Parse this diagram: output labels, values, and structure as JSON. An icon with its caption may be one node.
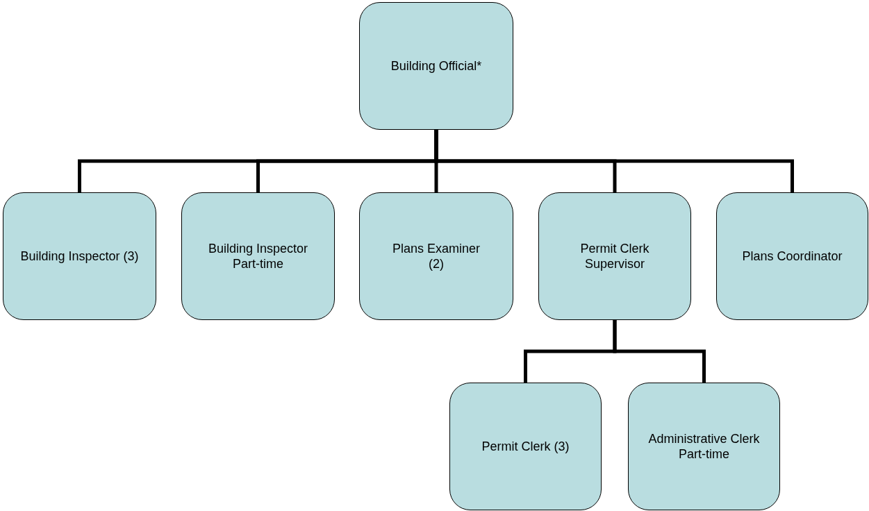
{
  "diagram": {
    "nodes": [
      {
        "text": [
          "Building Official*"
        ]
      },
      {
        "text": [
          "Building Inspector (3)"
        ]
      },
      {
        "text": [
          "Building Inspector Part-time"
        ]
      },
      {
        "text": [
          "Plans Examiner (2)"
        ]
      },
      {
        "text": [
          "Permit Clerk Supervisor"
        ]
      },
      {
        "text": [
          "Plans Coordinator"
        ]
      },
      {
        "text": [
          "Permit Clerk (3)"
        ]
      },
      {
        "text": [
          "Administrative Clerk Part-time"
        ]
      }
    ],
    "edges": [
      {
        "from": 0,
        "to": 1,
        "arrow": "none"
      },
      {
        "from": 0,
        "to": 2,
        "arrow": "none"
      },
      {
        "from": 0,
        "to": 3,
        "arrow": "none"
      },
      {
        "from": 0,
        "to": 4,
        "arrow": "none"
      },
      {
        "from": 0,
        "to": 5,
        "arrow": "none"
      },
      {
        "from": 4,
        "to": 6,
        "arrow": "none"
      },
      {
        "from": 4,
        "to": 7,
        "arrow": "none"
      }
    ]
  }
}
